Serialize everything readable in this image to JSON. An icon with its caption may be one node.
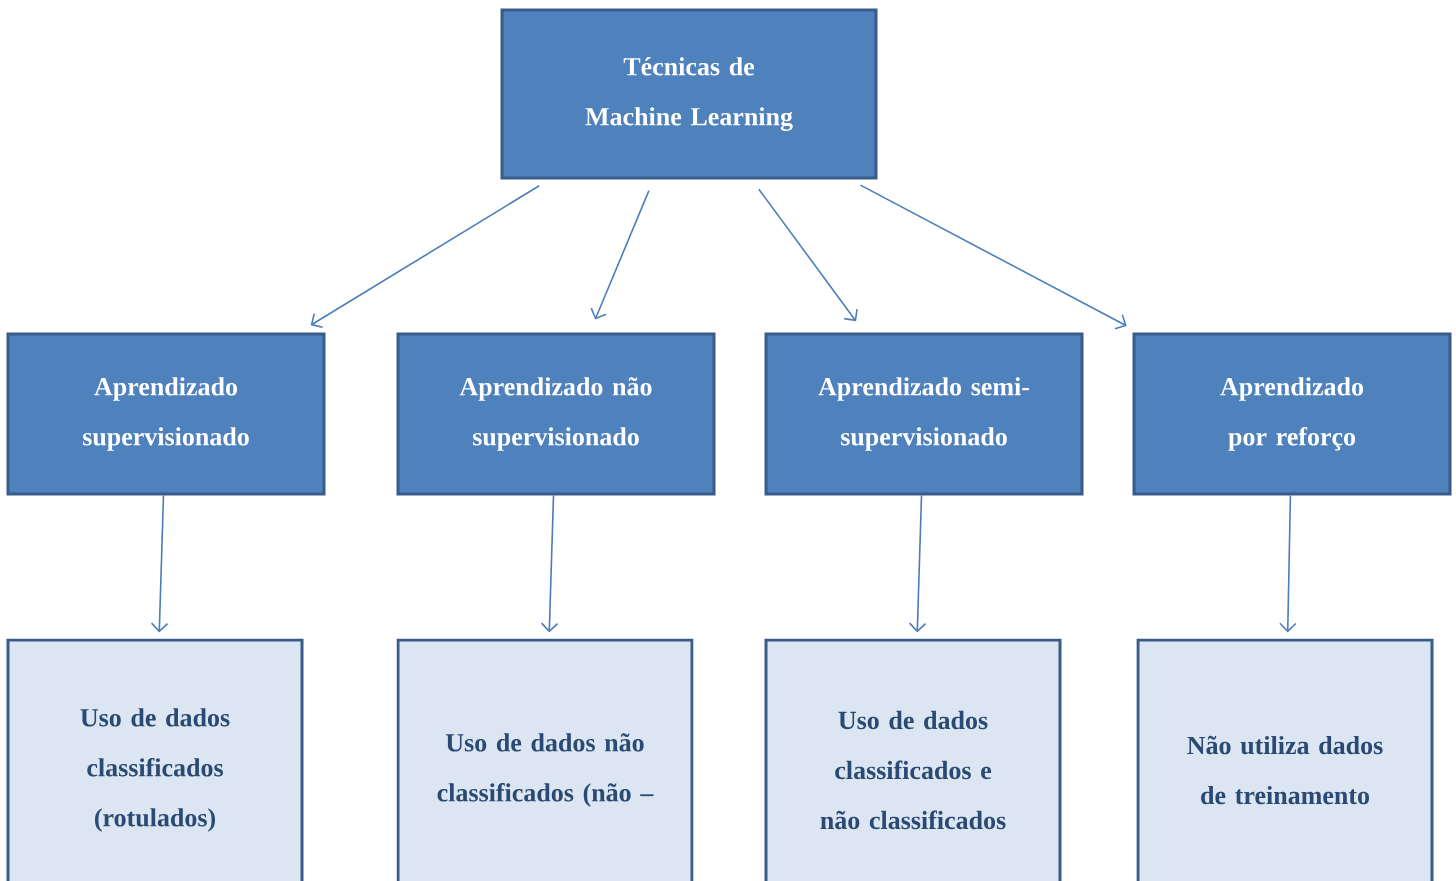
{
  "diagram": {
    "nodes": [
      {
        "text": [
          "Técnicas de Machine Learning"
        ]
      },
      {
        "text": [
          "Aprendizado supervisionado"
        ]
      },
      {
        "text": [
          "Aprendizado não supervisionado"
        ]
      },
      {
        "text": [
          "Aprendizado semi-supervisionado"
        ]
      },
      {
        "text": [
          "Aprendizado por reforço"
        ]
      },
      {
        "text": [
          "Uso de dados classificados (rotulados)"
        ]
      },
      {
        "text": [
          "Uso de dados não classificados (não –"
        ]
      },
      {
        "text": [
          "Uso de dados classificados e não classificados"
        ]
      },
      {
        "text": [
          "Não utiliza dados de treinamento"
        ]
      }
    ],
    "edges": [
      {
        "from": 0,
        "to": 1,
        "arrow": "to"
      },
      {
        "from": 0,
        "to": 2,
        "arrow": "to"
      },
      {
        "from": 0,
        "to": 3,
        "arrow": "to"
      },
      {
        "from": 0,
        "to": 4,
        "arrow": "to"
      },
      {
        "from": 1,
        "to": 5,
        "arrow": "to"
      },
      {
        "from": 2,
        "to": 6,
        "arrow": "to"
      },
      {
        "from": 3,
        "to": 7,
        "arrow": "to"
      },
      {
        "from": 4,
        "to": 8,
        "arrow": "to"
      }
    ]
  }
}
